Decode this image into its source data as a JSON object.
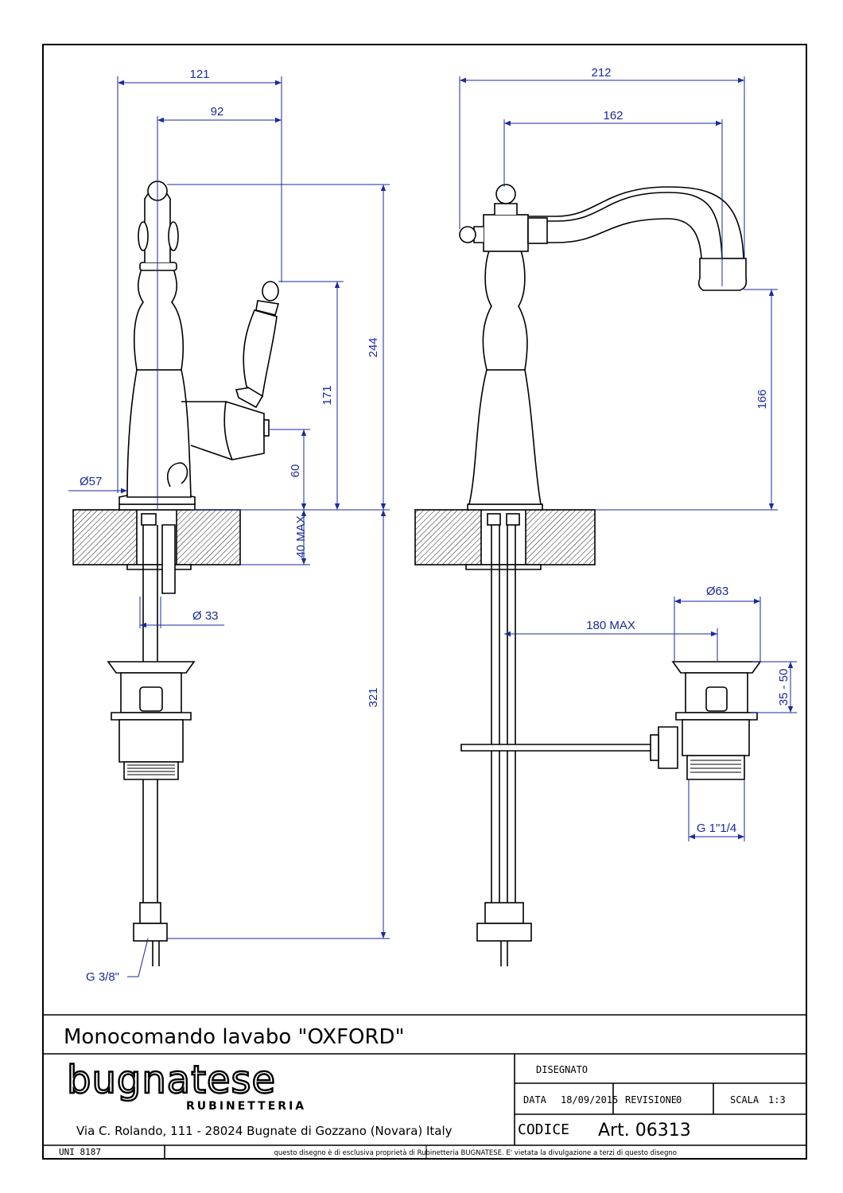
{
  "title": "Monocomando lavabo \"OXFORD\"",
  "brand": {
    "name": "bugnatese",
    "sub": "RUBINETTERIA"
  },
  "address": "Via C. Rolando, 111 - 28024 Bugnate di Gozzano (Novara) Italy",
  "block": {
    "disegnato_label": "DISEGNATO",
    "data_label": "DATA",
    "data_value": "18/09/2015",
    "revisione_label": "REVISIONE",
    "revisione_value": "0",
    "scala_label": "SCALA",
    "scala_value": "1:3",
    "codice_label": "CODICE",
    "codice_value": "Art. 06313"
  },
  "footer": {
    "standard": "UNI 8187",
    "notice": "questo disegno è di esclusiva proprietà di Rubinetteria BUGNATESE. E' vietata la divulgazione a terzi di questo disegno"
  },
  "dimensions": {
    "d121": "121",
    "d92": "92",
    "d244": "244",
    "d171": "171",
    "d60": "60",
    "d57": "Ø57",
    "d40max": "40 MAX",
    "d33": "Ø 33",
    "d321": "321",
    "g38": "G 3/8\"",
    "d212": "212",
    "d162": "162",
    "d166": "166",
    "d63": "Ø63",
    "d180max": "180 MAX",
    "d3550": "35 - 50",
    "g114": "G 1\"1/4"
  },
  "colors": {
    "dimension": "#1a2aa0",
    "outline": "#000000",
    "hatch": "#000000"
  }
}
